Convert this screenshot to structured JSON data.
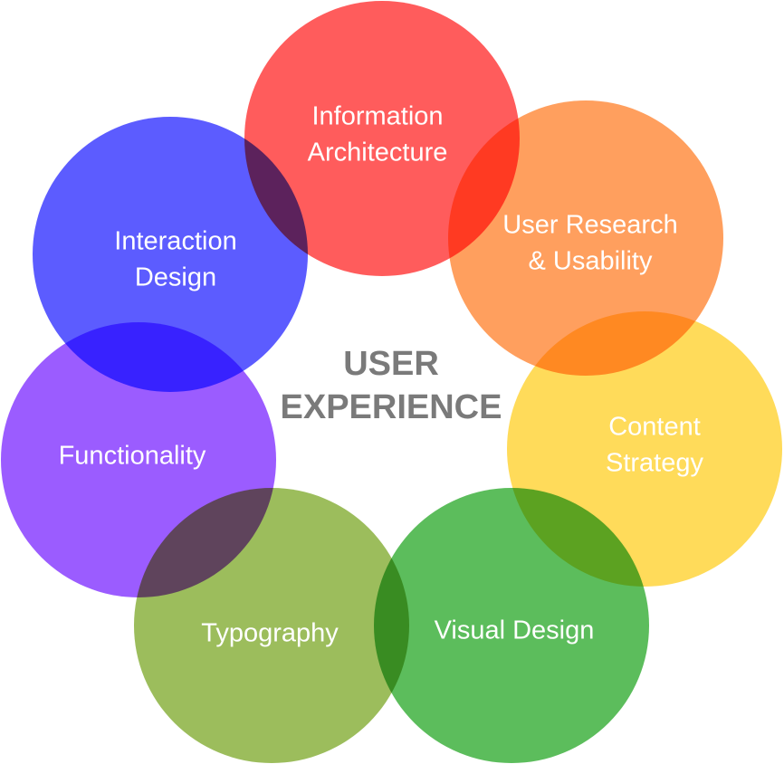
{
  "center": {
    "line1": "USER",
    "line2": "EXPERIENCE",
    "color": "#7a7a7a"
  },
  "circles": [
    {
      "line1": "Information",
      "line2": "Architecture",
      "color": "#ff5c5c"
    },
    {
      "line1": "User Research",
      "line2": "& Usability",
      "color": "#ff9f5e"
    },
    {
      "line1": "Content",
      "line2": "Strategy",
      "color": "#ffdb5a"
    },
    {
      "line1": "Visual Design",
      "line2": "",
      "color": "#5cbd5c"
    },
    {
      "line1": "Typography",
      "line2": "",
      "color": "#9cbd5c"
    },
    {
      "line1": "Functionality",
      "line2": "",
      "color": "#9b5cff"
    },
    {
      "line1": "Interaction",
      "line2": "Design",
      "color": "#5c5cff"
    }
  ]
}
